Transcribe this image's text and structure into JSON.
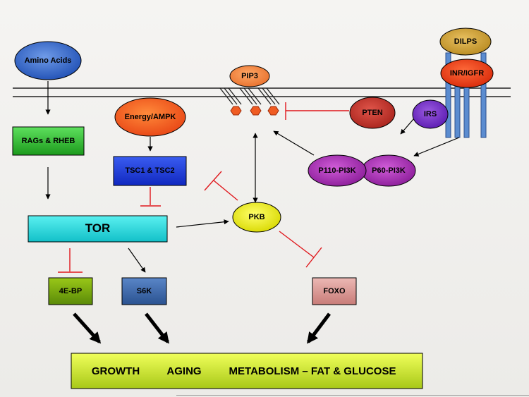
{
  "nodes": {
    "amino_acids": "Amino Acids",
    "rags_rheb": "RAGs & RHEB",
    "energy_ampk": "Energy/AMPK",
    "tsc": "TSC1 & TSC2",
    "tor": "TOR",
    "four_ebp": "4E-BP",
    "s6k": "S6K",
    "pip3": "PIP3",
    "pten": "PTEN",
    "pkb": "PKB",
    "foxo": "FOXO",
    "irs": "IRS",
    "dilps": "DILPS",
    "inr_igfr": "INR/IGFR",
    "p110": "P110-PI3K",
    "p60": "P60-PI3K"
  },
  "outcomes": {
    "growth": "GROWTH",
    "aging": "AGING",
    "metabolism": "METABOLISM – FAT & GLUCOSE"
  },
  "colors": {
    "inhibit": "#e0161b",
    "activate": "#000000",
    "membrane": "#222222"
  }
}
